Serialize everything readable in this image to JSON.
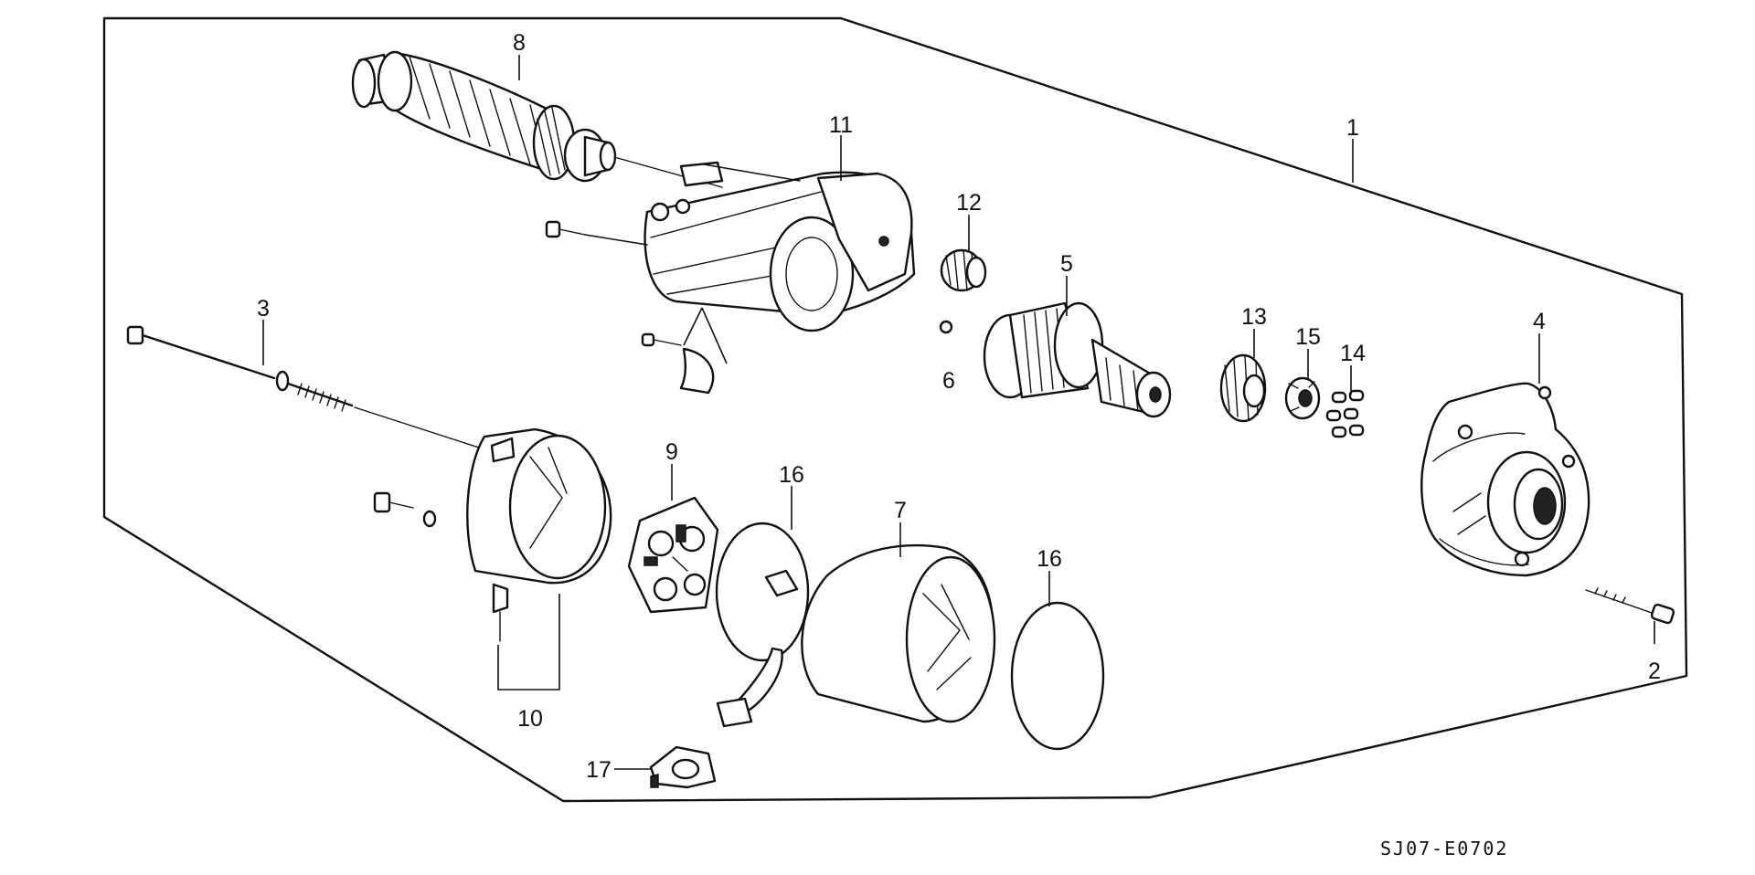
{
  "diagram_code": "SJ07-E0702",
  "callouts": [
    {
      "id": "label-1",
      "text": "1"
    },
    {
      "id": "label-2",
      "text": "2"
    },
    {
      "id": "label-3",
      "text": "3"
    },
    {
      "id": "label-4",
      "text": "4"
    },
    {
      "id": "label-5",
      "text": "5"
    },
    {
      "id": "label-6",
      "text": "6"
    },
    {
      "id": "label-7",
      "text": "7"
    },
    {
      "id": "label-8",
      "text": "8"
    },
    {
      "id": "label-9",
      "text": "9"
    },
    {
      "id": "label-10",
      "text": "10"
    },
    {
      "id": "label-11",
      "text": "11"
    },
    {
      "id": "label-12",
      "text": "12"
    },
    {
      "id": "label-13",
      "text": "13"
    },
    {
      "id": "label-14",
      "text": "14"
    },
    {
      "id": "label-15",
      "text": "15"
    },
    {
      "id": "label-16a",
      "text": "16"
    },
    {
      "id": "label-16b",
      "text": "16"
    },
    {
      "id": "label-17",
      "text": "17"
    }
  ]
}
